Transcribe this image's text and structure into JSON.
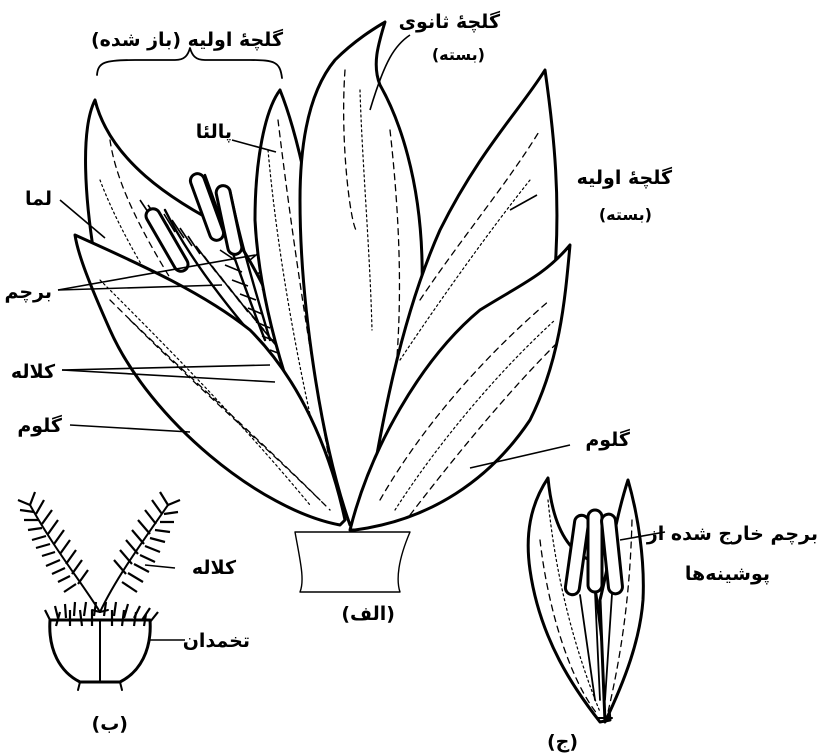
{
  "labels": {
    "primary_floret_open": "گلچهٔ اولیه (باز شده)",
    "secondary_floret": "گلچهٔ ثانوی",
    "secondary_floret_closed": "(بسته)",
    "palea": "پالئا",
    "primary_floret_closed": "گلچهٔ اولیه",
    "primary_floret_closed_sub": "(بسته)",
    "lemma": "لما",
    "anther": "برچم",
    "stigma": "کلاله",
    "glume_left": "گلوم",
    "glume_right": "گلوم",
    "anther_exserted": "برچم خارج شده از",
    "anther_exserted_sub": "پوشینه‌ها",
    "pistil_stigma": "کلاله",
    "ovary": "تخمدان"
  },
  "figure_labels": {
    "a": "(الف)",
    "b": "(ب)",
    "c": "(ج)"
  }
}
